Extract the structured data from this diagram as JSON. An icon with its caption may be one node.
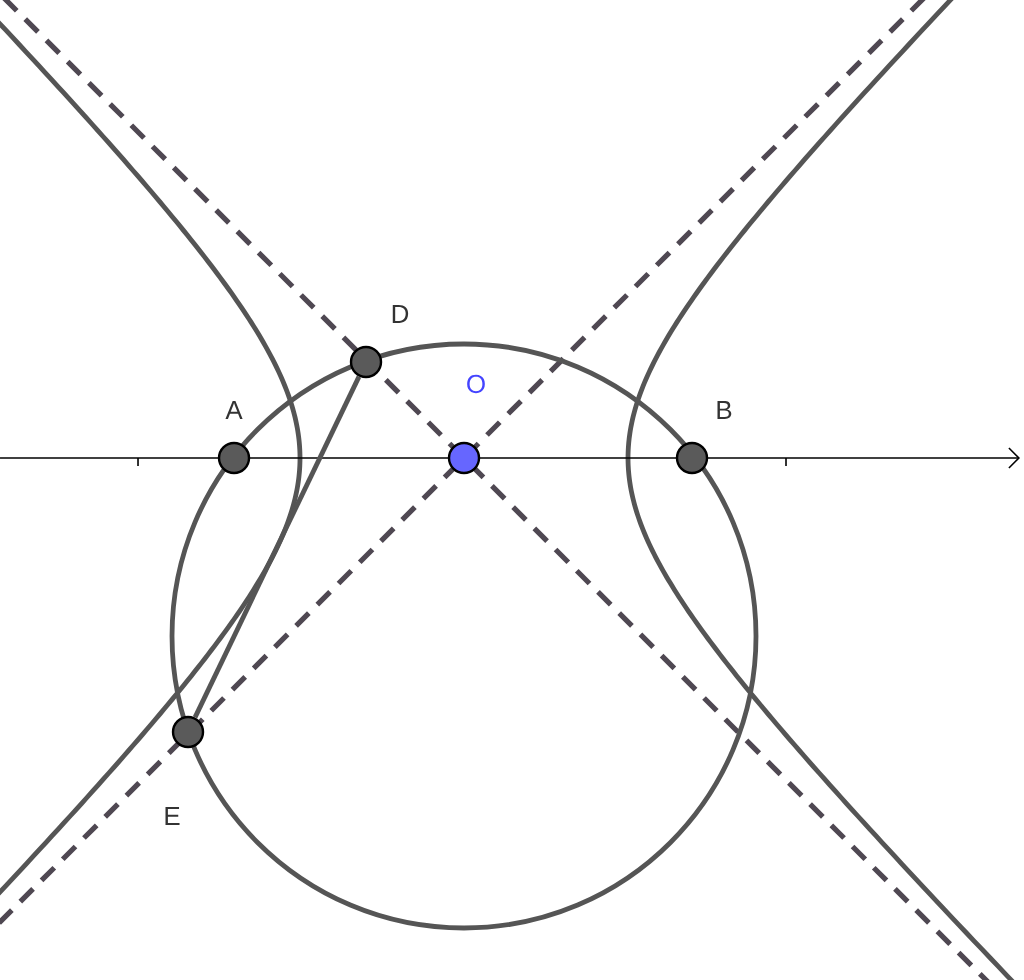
{
  "diagram": {
    "nodes": [
      {
        "text": [
          "A"
        ]
      },
      {
        "text": [
          "B"
        ]
      },
      {
        "text": [
          "D"
        ]
      },
      {
        "text": [
          "E"
        ]
      },
      {
        "text": [
          "O"
        ]
      }
    ],
    "edges": [
      {
        "from": 2,
        "to": 3,
        "arrow": "none"
      }
    ]
  }
}
